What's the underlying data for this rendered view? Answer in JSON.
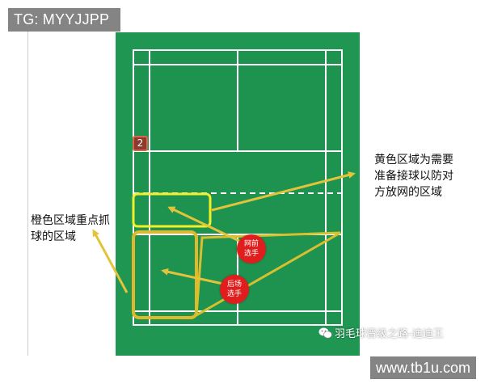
{
  "tags": {
    "top": "TG: MYYJJPP",
    "bottom": "www.tb1u.com"
  },
  "court": {
    "zone_number": "2",
    "colors": {
      "court_green": "#1f9652",
      "lines": "#ffffff",
      "yellow_zone": "#f2ee2a",
      "orange_zone": "#e0b82a",
      "arrow": "#e2c33a",
      "player": "#e01e1e"
    }
  },
  "annotations": {
    "yellow_zone_note": "黄色区域为需要准备接球以防对方放网的区域",
    "orange_zone_note": "橙色区域重点抓球的区域"
  },
  "players": {
    "front": "网前选手",
    "back": "后场选手"
  },
  "watermark": {
    "icon": "wechat-icon",
    "text": "羽毛球晋级之路-迪迪王"
  }
}
